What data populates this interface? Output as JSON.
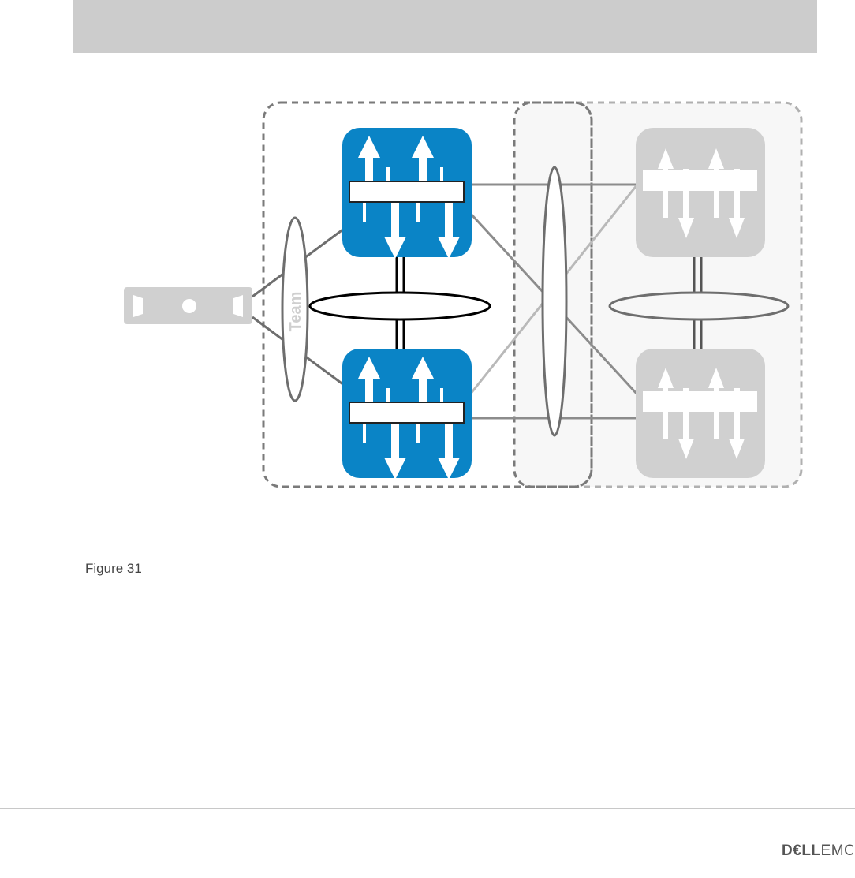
{
  "header": {
    "color": "#cccccc"
  },
  "diagram": {
    "team_label": "Team",
    "colors": {
      "switch_active": "#0a84c6",
      "switch_inactive": "#d0d0d0",
      "link_dark": "#6e6e6e",
      "link_light": "#b9b9b9",
      "dashed_border": "#7a7a7a"
    },
    "nodes": [
      {
        "id": "server",
        "type": "server-appliance"
      },
      {
        "id": "switch-top-left",
        "type": "switch",
        "state": "active"
      },
      {
        "id": "switch-bottom-left",
        "type": "switch",
        "state": "active"
      },
      {
        "id": "switch-top-right",
        "type": "switch",
        "state": "inactive"
      },
      {
        "id": "switch-bottom-right",
        "type": "switch",
        "state": "inactive"
      }
    ]
  },
  "caption": {
    "text": "Figure 31"
  },
  "footer": {
    "brand": "DELLEMC"
  }
}
